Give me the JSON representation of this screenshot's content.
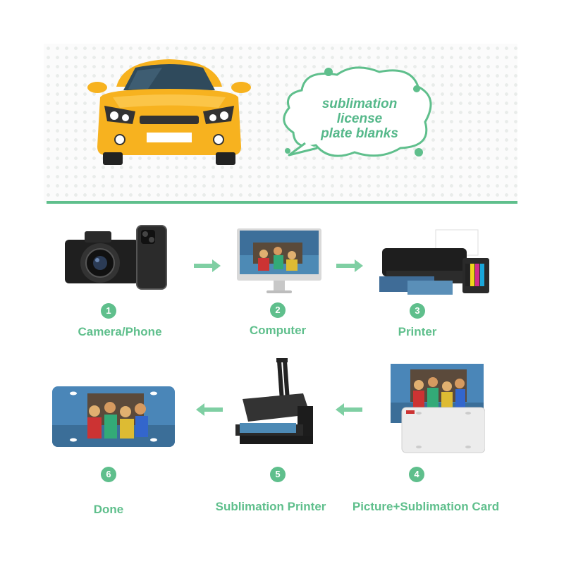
{
  "banner": {
    "title_lines": [
      "sublimation",
      "license",
      "plate blanks"
    ]
  },
  "steps": [
    {
      "number": "1",
      "label": "Camera/Phone"
    },
    {
      "number": "2",
      "label": "Computer"
    },
    {
      "number": "3",
      "label": "Printer"
    },
    {
      "number": "4",
      "label": "Picture+Sublimation Card"
    },
    {
      "number": "5",
      "label": "Sublimation Printer"
    },
    {
      "number": "6",
      "label": "Done"
    }
  ],
  "colors": {
    "accent": "#5fbf8c",
    "car": "#f7b21f"
  }
}
